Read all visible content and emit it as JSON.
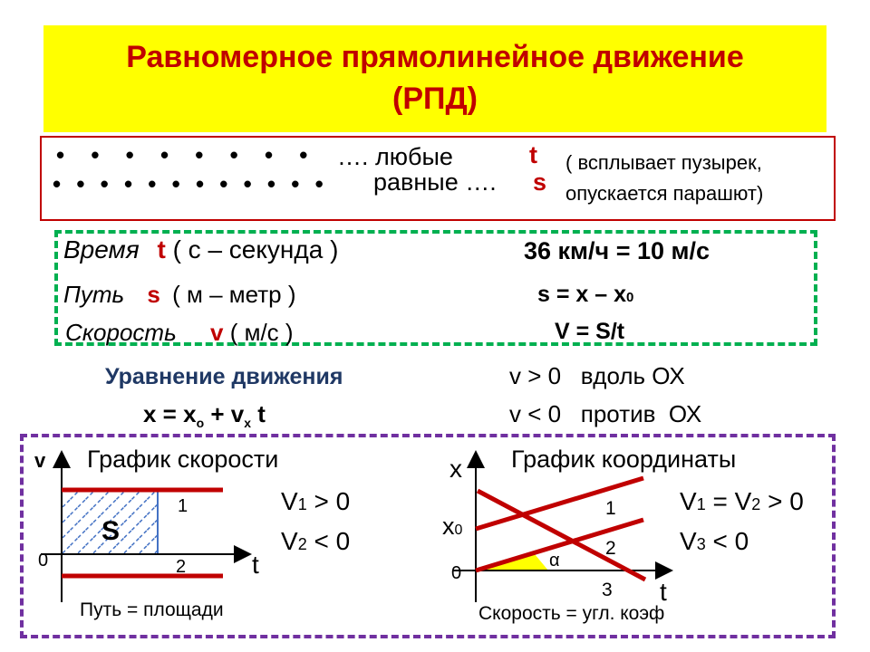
{
  "title": {
    "line1": "Равномерное прямолинейное движение",
    "line2": "(РПД)"
  },
  "motion": {
    "dots_row1": "• • • • • • • •",
    "dots_row2": "• • • • • • • • • • • •",
    "any": "…. любые",
    "any_var": "t",
    "equal": "равные ….",
    "equal_var": "s",
    "example1": "( всплывает пузырек,",
    "example2": "опускается парашют)"
  },
  "units": {
    "time_label": "Время",
    "time_var": "t",
    "time_unit": "( с – секунда )",
    "conversion": "36 км/ч = 10 м/с",
    "path_label": "Путь",
    "path_var": "s",
    "path_unit": "( м – метр )",
    "path_formula_main": "s = x – x",
    "path_formula_sub": "0",
    "speed_label": "Скорость",
    "speed_var": "v",
    "speed_unit": "( м/с )",
    "speed_formula": "V = S/t"
  },
  "equation": {
    "heading": "Уравнение движения",
    "formula_x": "x = x",
    "formula_sub_o": "o",
    "formula_plus": "+ v",
    "formula_sub_x": "x",
    "formula_t": "t",
    "rule1": "v > 0   вдоль ОХ",
    "rule2": "v < 0   против  ОХ"
  },
  "speed_graph": {
    "title": "График  скорости",
    "y_axis": "v",
    "x_axis": "t",
    "origin": "0",
    "area": "S",
    "line1": "1",
    "line2": "2",
    "cond1_v": "V",
    "cond1_sub": "1",
    "cond1_rest": " > 0",
    "cond2_v": "V",
    "cond2_sub": "2",
    "cond2_rest": " < 0",
    "caption": "Путь = площади"
  },
  "coord_graph": {
    "title": "График  координаты",
    "y_axis": "x",
    "x_axis": "t",
    "origin": "0",
    "x0": "x",
    "x0_sub": "0",
    "line1": "1",
    "line2": "2",
    "line3": "3",
    "angle": "α",
    "cond1": "V",
    "cond1_s1": "1",
    "cond1_mid": " = V",
    "cond1_s2": "2",
    "cond1_rest": " > 0",
    "cond2": "V",
    "cond2_sub": "3",
    "cond2_rest": " < 0",
    "caption": "Скорость = угл. коэф"
  },
  "colors": {
    "title_bg": "#ffff00",
    "title_text": "#c00000",
    "accent_red": "#c00000",
    "green_dash": "#00b050",
    "purple_dash": "#7030a0",
    "hatch": "#4472c4"
  }
}
